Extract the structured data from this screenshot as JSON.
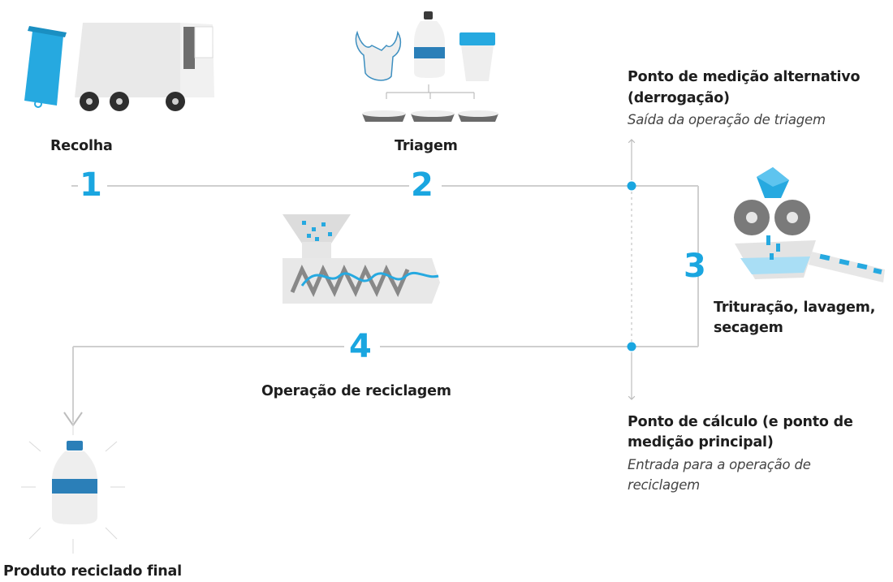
{
  "steps": {
    "s1": {
      "number": "1",
      "label": "Recolha"
    },
    "s2": {
      "number": "2",
      "label": "Triagem"
    },
    "s3": {
      "number": "3",
      "label_line1": "Trituração, lavagem,",
      "label_line2": "secagem"
    },
    "s4": {
      "number": "4",
      "label": "Operação de reciclagem"
    },
    "final": {
      "label": "Produto reciclado final"
    }
  },
  "points": {
    "alternative": {
      "title_line1": "Ponto de medição alternativo",
      "title_line2": "(derrogação)",
      "note": "Saída da operação de triagem"
    },
    "calculation": {
      "title_line1": "Ponto de cálculo (e ponto de",
      "title_line2": "medição principal)",
      "note_line1": "Entrada para a operação de",
      "note_line2": "reciclagem"
    }
  },
  "colors": {
    "accent": "#1aa6e0",
    "line": "#cfcfcf",
    "grey_dark": "#6d6d6d",
    "grey_light": "#e6e6e6"
  }
}
